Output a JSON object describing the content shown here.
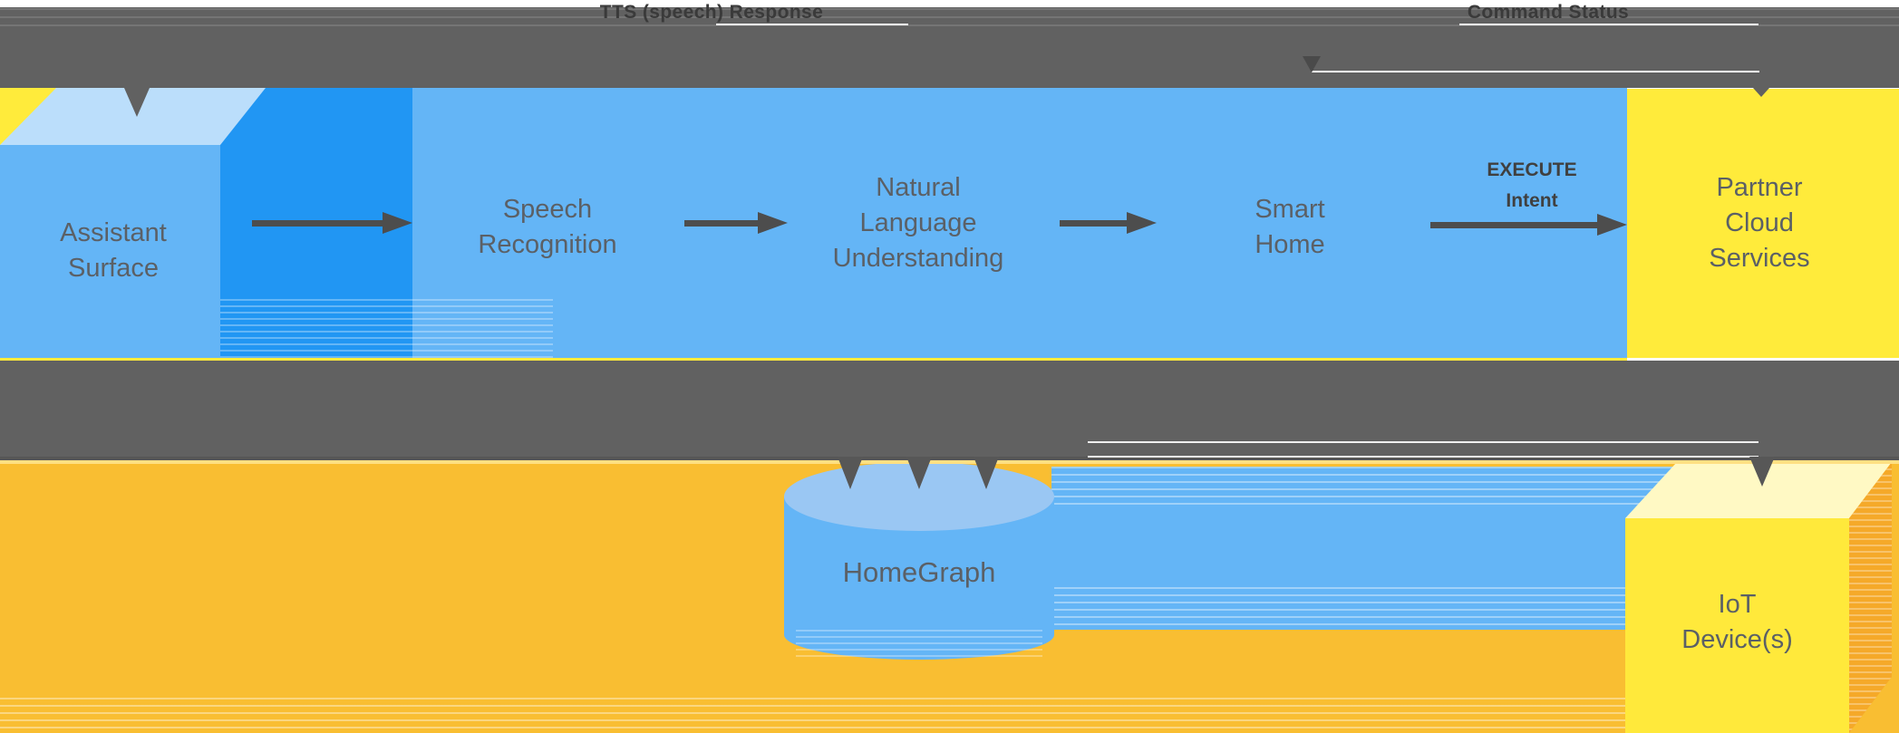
{
  "top_band": {
    "tts_label": "TTS (speech) Response",
    "command_status_label": "Command Status"
  },
  "nodes": {
    "assistant_surface": {
      "lines": [
        "Assistant",
        "Surface"
      ]
    },
    "speech_recognition": {
      "lines": [
        "Speech",
        "Recognition"
      ]
    },
    "natural_language_understanding": {
      "lines": [
        "Natural",
        "Language",
        "Understanding"
      ]
    },
    "smart_home": {
      "lines": [
        "Smart",
        "Home"
      ]
    },
    "partner_cloud_services": {
      "lines": [
        "Partner",
        "Cloud",
        "Services"
      ]
    },
    "homegraph": {
      "label": "HomeGraph"
    },
    "iot_devices": {
      "lines": [
        "IoT",
        "Device(s)"
      ]
    }
  },
  "arrow_labels": {
    "execute_intent": {
      "lines": [
        "EXECUTE",
        "Intent"
      ]
    }
  },
  "colors": {
    "return_band_gray": "#616161",
    "arrow_dark_gray": "#4d4d4d",
    "assistant_band_light_blue": "#64b5f6",
    "cube_side_bright_blue": "#2196f3",
    "cube_top_pale_blue": "#bbdefb",
    "cylinder_top_blue": "#9ac7f3",
    "partner_bright_yellow": "#ffeb3b",
    "iot_front_yellow": "#ffe93b",
    "iot_top_pale_yellow": "#fff9c4",
    "iot_side_orange": "#f5a929",
    "background_gold": "#f9be32",
    "node_text_gray": "#5b6066",
    "band_label_gray": "#3a3a3a"
  }
}
